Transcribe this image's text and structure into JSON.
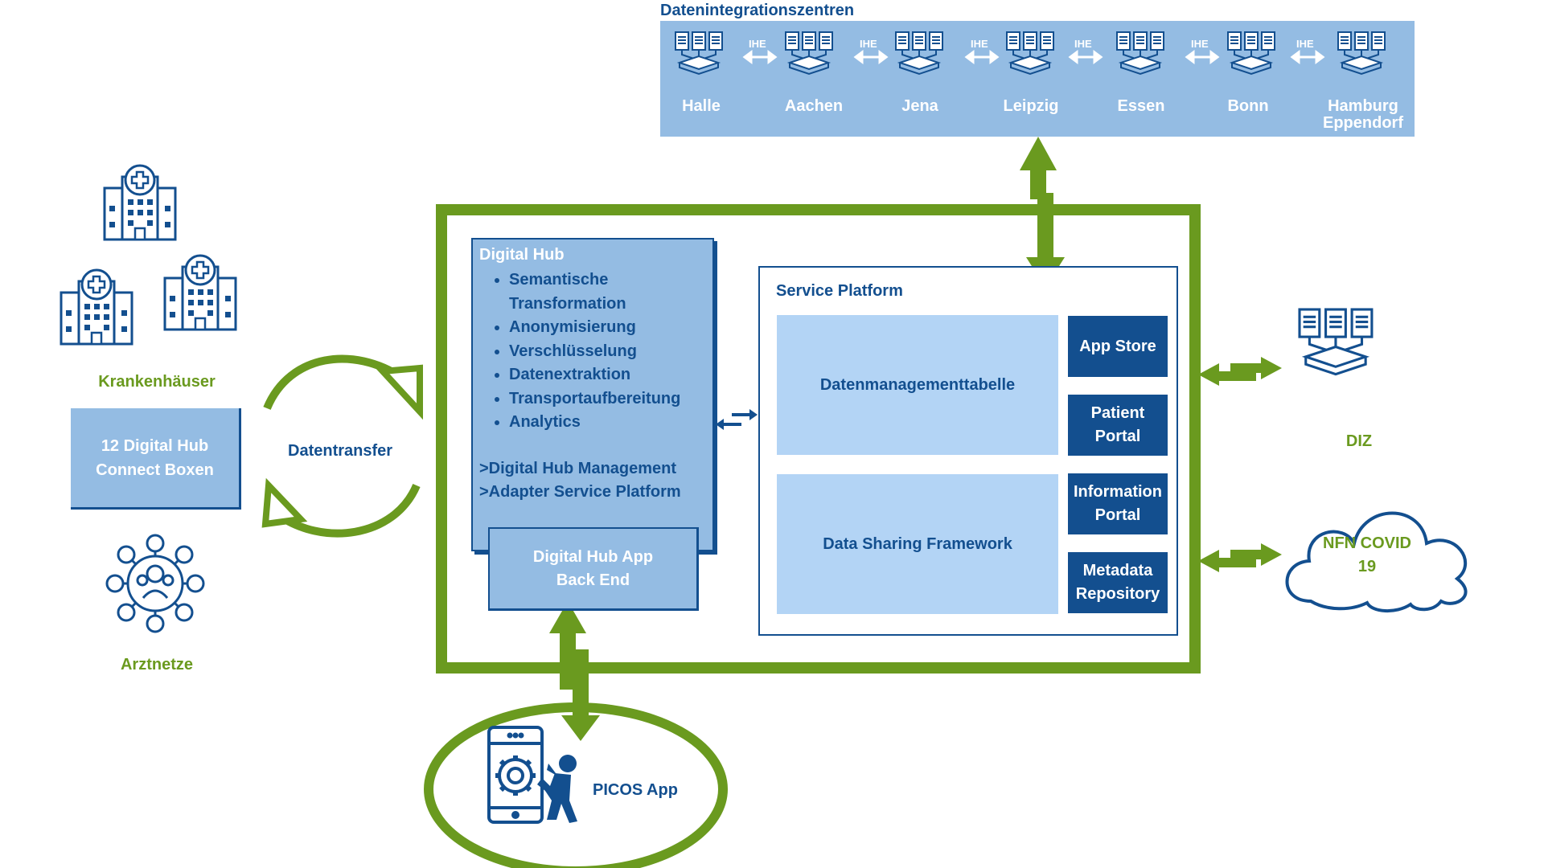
{
  "colors": {
    "dark_blue": "#134f8f",
    "light_blue": "#94bce3",
    "pale_blue": "#b3d4f5",
    "green": "#6a9a1f"
  },
  "diz_header": {
    "title": "Datenintegrationszentren",
    "connector_label": "IHE",
    "centers": [
      "Halle",
      "Aachen",
      "Jena",
      "Leipzig",
      "Essen",
      "Bonn",
      "Hamburg Eppendorf"
    ],
    "icon": "data-center-icon"
  },
  "left": {
    "hospitals_label": "Krankenhäuser",
    "hospital_icon": "hospital-building-icon",
    "connect_box": "12 Digital Hub Connect Boxen",
    "transfer_label": "Datentransfer",
    "physician_networks_label": "Arztnetze",
    "network_icon": "network-hub-icon"
  },
  "digital_hub": {
    "title": "Digital Hub",
    "items": [
      "Semantische Transformation",
      "Anonymisierung",
      "Verschlüsselung",
      "Datenextraktion",
      "Transportaufbereitung",
      "Analytics"
    ],
    "management": ">Digital Hub Management",
    "adapter": ">Adapter Service Platform",
    "app_backend": "Digital Hub App Back End"
  },
  "service_platform": {
    "title": "Service Platform",
    "data_table": "Datenmanagementtabelle",
    "sharing": "Data Sharing Framework",
    "app_store": "App Store",
    "patient_portal": "Patient Portal",
    "information_portal": "Information Portal",
    "metadata_repository": "Metadata Repository"
  },
  "right": {
    "diz_label": "DIZ",
    "cloud_label": "NFN COVID 19"
  },
  "bottom": {
    "app_label": "PICOS App",
    "app_icon": "smartphone-gear-icon",
    "person_icon": "person-icon"
  }
}
